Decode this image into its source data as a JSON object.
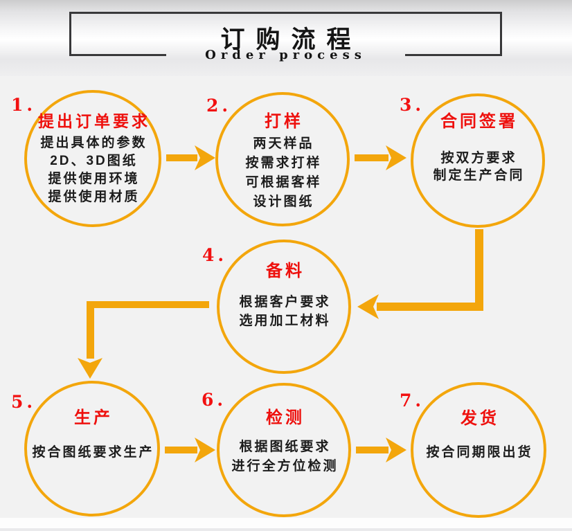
{
  "header": {
    "title": "订购流程",
    "subtitle": "Order process"
  },
  "colors": {
    "gold": "#F3A60C",
    "red": "#EE100D",
    "text_black": "#1C1C1C",
    "border_dark": "#38383A",
    "background": "#F2F2F2"
  },
  "steps": [
    {
      "num": "1.",
      "title": "提出订单要求",
      "lines": [
        "提出具体的参数",
        "2D、3D图纸",
        "提供使用环境",
        "提供使用材质"
      ]
    },
    {
      "num": "2.",
      "title": "打样",
      "lines": [
        "两天样品",
        "按需求打样",
        "可根据客样",
        "设计图纸"
      ]
    },
    {
      "num": "3.",
      "title": "合同签署",
      "lines": [
        "按双方要求",
        "制定生产合同"
      ]
    },
    {
      "num": "4.",
      "title": "备料",
      "lines": [
        "根据客户要求",
        "选用加工材料"
      ]
    },
    {
      "num": "5.",
      "title": "生产",
      "lines": [
        "按合图纸要求生产"
      ]
    },
    {
      "num": "6.",
      "title": "检测",
      "lines": [
        "根据图纸要求",
        "进行全方位检测"
      ]
    },
    {
      "num": "7.",
      "title": "发货",
      "lines": [
        "按合同期限出货"
      ]
    }
  ],
  "arrows": [
    {
      "from": 1,
      "to": 2,
      "shape": "right"
    },
    {
      "from": 2,
      "to": 3,
      "shape": "right"
    },
    {
      "from": 3,
      "to": 4,
      "shape": "elbow-down-left"
    },
    {
      "from": 4,
      "to": 5,
      "shape": "elbow-left-down"
    },
    {
      "from": 5,
      "to": 6,
      "shape": "right"
    },
    {
      "from": 6,
      "to": 7,
      "shape": "right"
    }
  ]
}
